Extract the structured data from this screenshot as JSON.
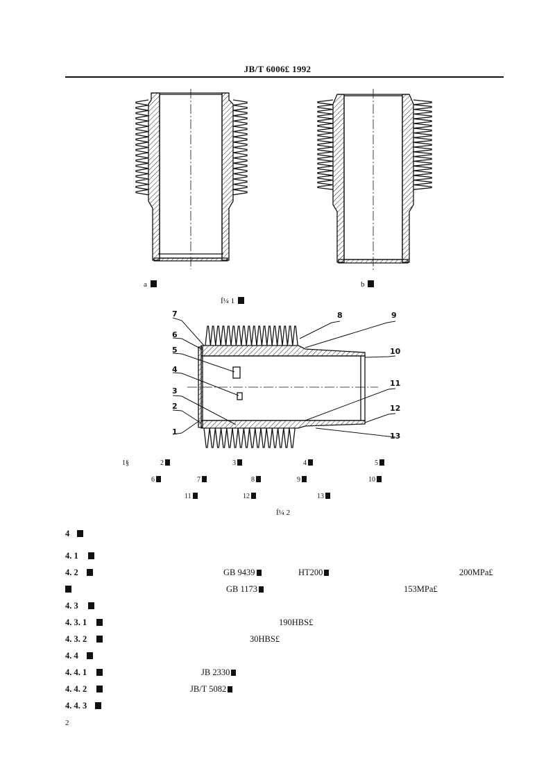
{
  "header": {
    "standard_code": "JB/T 6006£ 1992"
  },
  "figure1": {
    "label_a": "a",
    "label_b": "b",
    "caption": "Í¼ 1"
  },
  "figure2": {
    "callouts": [
      "1",
      "2",
      "3",
      "4",
      "5",
      "6",
      "7",
      "8",
      "9",
      "10",
      "11",
      "12",
      "13"
    ],
    "legend_row1": [
      "1§",
      "2",
      "3",
      "4",
      "5"
    ],
    "legend_row2": [
      "6",
      "7",
      "8",
      "9",
      "10"
    ],
    "legend_row3": [
      "11",
      "12",
      "13"
    ],
    "caption": "Í¼ 2"
  },
  "section4": {
    "heading_num": "4",
    "items": [
      {
        "num": "4. 1",
        "parts": []
      },
      {
        "num": "4. 2",
        "parts": [
          "GB 9439",
          "HT200",
          "200MPa£"
        ]
      },
      {
        "num": "",
        "parts": [
          "GB 1173",
          "153MPa£"
        ]
      },
      {
        "num": "4. 3",
        "parts": []
      },
      {
        "num": "4. 3. 1",
        "parts": [
          "190HBS£"
        ]
      },
      {
        "num": "4. 3. 2",
        "parts": [
          "30HBS£"
        ]
      },
      {
        "num": "4. 4",
        "parts": []
      },
      {
        "num": "4. 4. 1",
        "parts": [
          "JB 2330"
        ]
      },
      {
        "num": "4. 4. 2",
        "parts": [
          "JB/T 5082"
        ]
      },
      {
        "num": "4. 4. 3",
        "parts": []
      }
    ]
  },
  "footer": {
    "page_number": "2"
  }
}
